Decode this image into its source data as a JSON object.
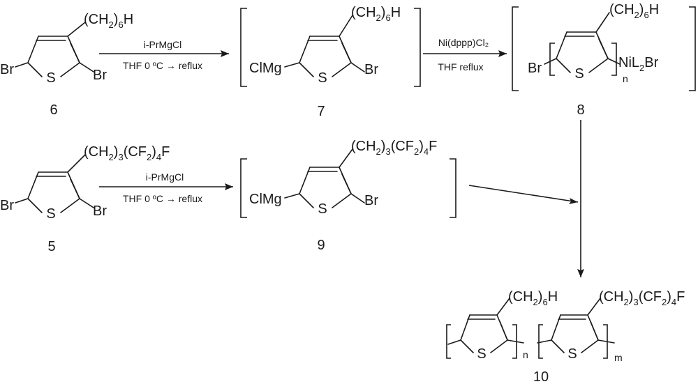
{
  "compounds": {
    "c6": {
      "number": "6",
      "substituent": [
        "(CH",
        "2",
        ")",
        "6",
        "H"
      ],
      "br_left": "Br",
      "br_right": "Br",
      "s": "S"
    },
    "c7": {
      "number": "7",
      "substituent": [
        "(CH",
        "2",
        ")",
        "6",
        "H"
      ],
      "mg": "ClMg",
      "br_right": "Br",
      "s": "S"
    },
    "c8": {
      "number": "8",
      "substituent": [
        "(CH",
        "2",
        ")",
        "6",
        "H"
      ],
      "br_left": "Br",
      "end_group": [
        "NiL",
        "2",
        "Br"
      ],
      "repeat": "n",
      "s": "S"
    },
    "c5": {
      "number": "5",
      "substituent": [
        "(CH",
        "2",
        ")",
        "3",
        "(CF",
        "2",
        ")",
        "4",
        "F"
      ],
      "br_left": "Br",
      "br_right": "Br",
      "s": "S"
    },
    "c9": {
      "number": "9",
      "substituent": [
        "(CH",
        "2",
        ")",
        "3",
        "(CF",
        "2",
        ")",
        "4",
        "F"
      ],
      "mg": "ClMg",
      "br_right": "Br",
      "s": "S"
    },
    "c10": {
      "number": "10",
      "sub_a": [
        "(CH",
        "2",
        ")",
        "6",
        "H"
      ],
      "sub_b": [
        "(CH",
        "2",
        ")",
        "3",
        "(CF",
        "2",
        ")",
        "4",
        "F"
      ],
      "repeat_a": "n",
      "repeat_b": "m",
      "s": "S"
    }
  },
  "arrows": {
    "a1": {
      "above": "i-PrMgCl",
      "below": "THF 0 ºC → reflux"
    },
    "a2": {
      "above": "Ni(dppp)Cl₂",
      "below": "THF reflux"
    },
    "a3": {
      "above": "i-PrMgCl",
      "below": "THF 0 ºC → reflux"
    }
  }
}
